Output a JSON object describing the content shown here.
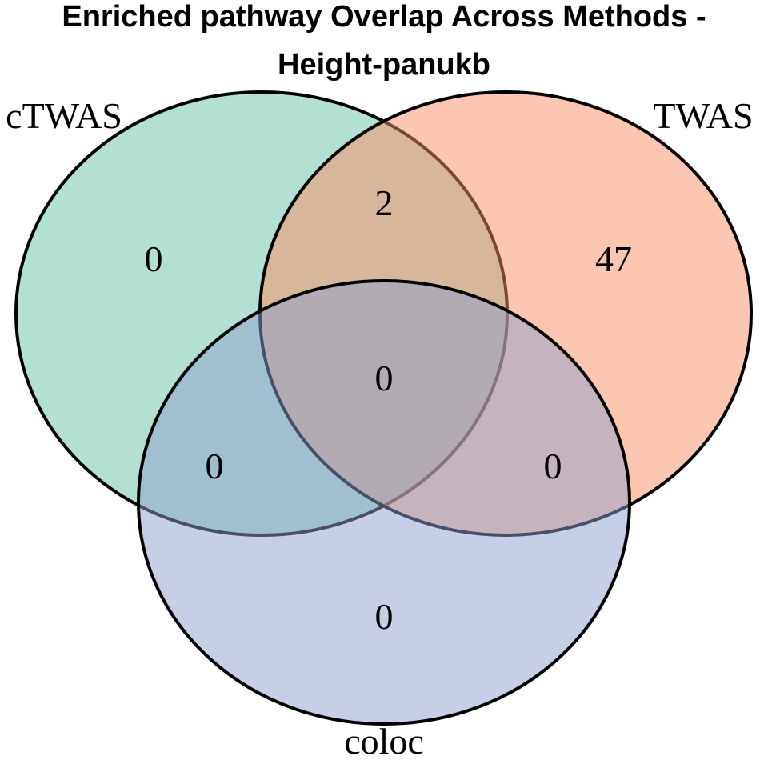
{
  "title": {
    "line1": "Enriched pathway Overlap Across Methods -",
    "line2": "Height-panukb"
  },
  "sets": {
    "ctwas": {
      "label": "cTWAS",
      "color": "#66c2a5"
    },
    "twas": {
      "label": "TWAS",
      "color": "#fc8d62"
    },
    "coloc": {
      "label": "coloc",
      "color": "#8da0cb"
    }
  },
  "regions": {
    "ctwas_only": "0",
    "twas_only": "47",
    "coloc_only": "0",
    "ctwas_twas": "2",
    "ctwas_coloc": "0",
    "twas_coloc": "0",
    "all_three": "0"
  }
}
